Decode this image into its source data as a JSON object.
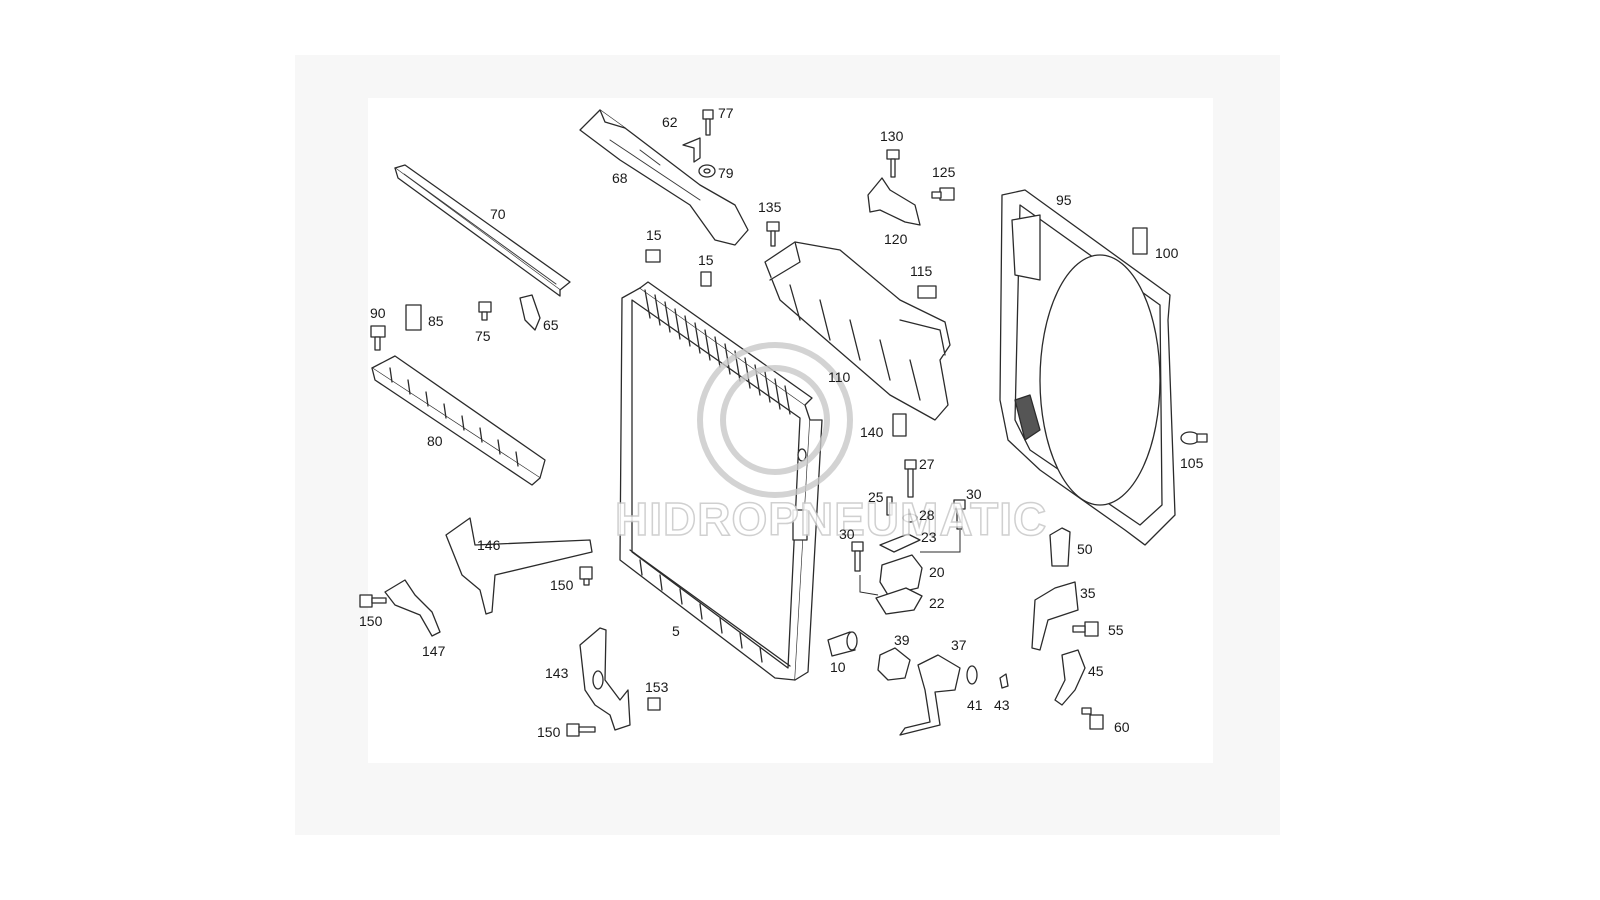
{
  "diagram": {
    "watermark": "HIDROPNEUMATIC",
    "labels": {
      "p5": "5",
      "p10": "10",
      "p15a": "15",
      "p15b": "15",
      "p20": "20",
      "p22": "22",
      "p23": "23",
      "p25": "25",
      "p27": "27",
      "p28": "28",
      "p30a": "30",
      "p30b": "30",
      "p35": "35",
      "p37": "37",
      "p39": "39",
      "p41": "41",
      "p43": "43",
      "p45": "45",
      "p50": "50",
      "p55": "55",
      "p60": "60",
      "p62": "62",
      "p65": "65",
      "p68": "68",
      "p70": "70",
      "p75": "75",
      "p77": "77",
      "p79": "79",
      "p80": "80",
      "p85": "85",
      "p90": "90",
      "p95": "95",
      "p100": "100",
      "p105": "105",
      "p110": "110",
      "p115": "115",
      "p120": "120",
      "p125": "125",
      "p130": "130",
      "p135": "135",
      "p140": "140",
      "p143": "143",
      "p146": "146",
      "p147": "147",
      "p150a": "150",
      "p150b": "150",
      "p150c": "150",
      "p153": "153"
    }
  }
}
